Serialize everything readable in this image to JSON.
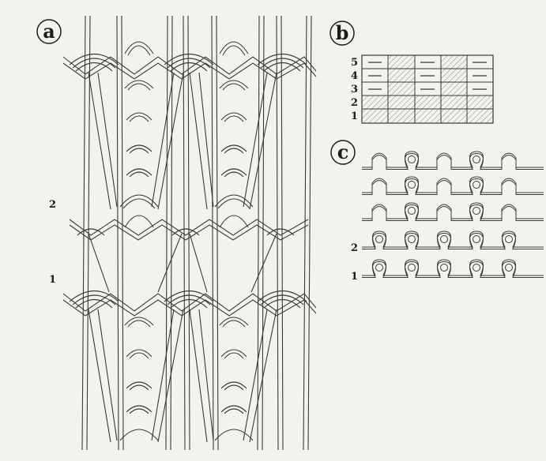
{
  "panel_a": {
    "letter": "a",
    "row_labels": [
      "2",
      "1"
    ]
  },
  "panel_b": {
    "letter": "b",
    "row_labels": [
      "5",
      "4",
      "3",
      "2",
      "1"
    ]
  },
  "panel_c": {
    "letter": "c",
    "row_labels": [
      "2",
      "1"
    ]
  },
  "colors": {
    "background": "#f3f2ec",
    "ink": "#3a3a38",
    "hatch": "#8a8a86"
  }
}
